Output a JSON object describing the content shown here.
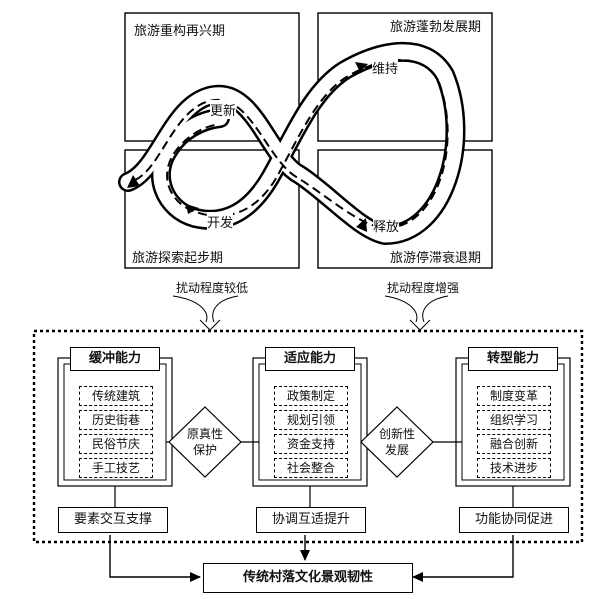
{
  "quadrants": {
    "top_left": "旅游重构再兴期",
    "top_right": "旅游蓬勃发展期",
    "bottom_left": "旅游探索起步期",
    "bottom_right": "旅游停滞衰退期"
  },
  "cycle_labels": {
    "renewal": "更新",
    "maintain": "维持",
    "develop": "开发",
    "release": "释放"
  },
  "disturbance": {
    "low": "扰动程度较低",
    "high": "扰动程度增强"
  },
  "capabilities": [
    {
      "title": "缓冲能力",
      "items": [
        "传统建筑",
        "历史街巷",
        "民俗节庆",
        "手工技艺"
      ],
      "footer": "要素交互支撑"
    },
    {
      "title": "适应能力",
      "items": [
        "政策制定",
        "规划引领",
        "资金支持",
        "社会整合"
      ],
      "footer": "协调互适提升"
    },
    {
      "title": "转型能力",
      "items": [
        "制度变革",
        "组织学习",
        "融合创新",
        "技术进步"
      ],
      "footer": "功能协同促进"
    }
  ],
  "connectors": {
    "left": [
      "原真性",
      "保护"
    ],
    "right": [
      "创新性",
      "发展"
    ]
  },
  "result": "传统村落文化景观韧性"
}
